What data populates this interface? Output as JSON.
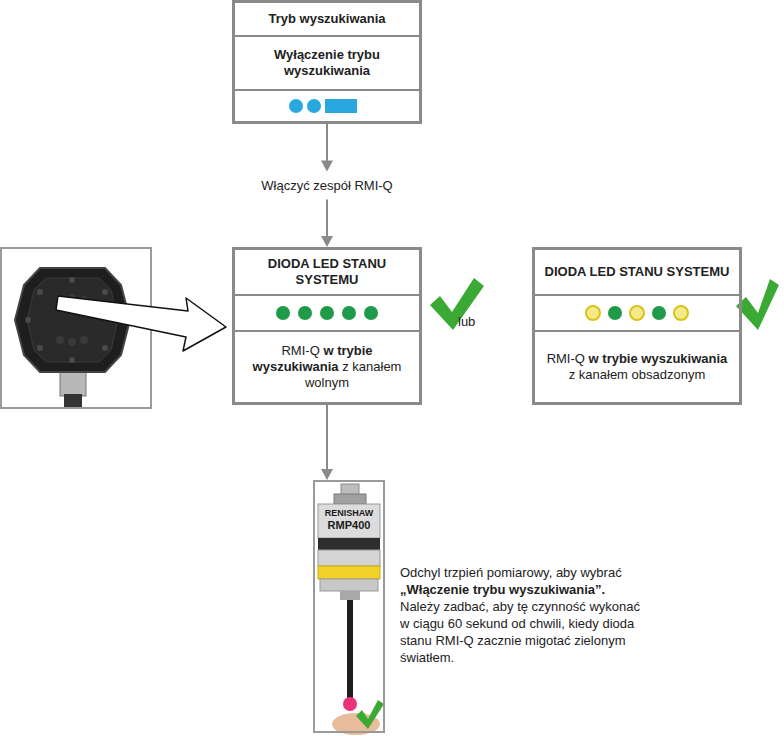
{
  "diagram": {
    "nodes": [
      {
        "text": [
          "Tryb wyszukiwania",
          "Wyłączenie trybu wyszukiwania"
        ]
      },
      {
        "text": [
          "DIODA LED STANU SYSTEMU",
          "RMI-Q w trybie wyszukiwania z kanałem wolnym"
        ]
      },
      {
        "text": [
          "DIODA LED STANU SYSTEMU",
          "RMI-Q w trybie wyszukiwania z kanałem obsadzonym"
        ]
      },
      {
        "text": [
          "RENISHAW",
          "RMP400"
        ]
      }
    ],
    "edges": [
      {
        "from": 0,
        "to": 1,
        "label": "Włączyć zespół RMI-Q",
        "arrow": "to"
      },
      {
        "from": 1,
        "to": 3,
        "arrow": "to"
      }
    ],
    "labels": [
      "lub",
      "Odchyl trzpień pomiarowy, aby wybrać „Włączenie trybu wyszukiwania”. Należy zadbać, aby tę czynność wykonać w ciągu 60 sekund od chwili, kiedy dioda stanu RMI-Q zacznie migotać zielonym światłem."
    ]
  }
}
